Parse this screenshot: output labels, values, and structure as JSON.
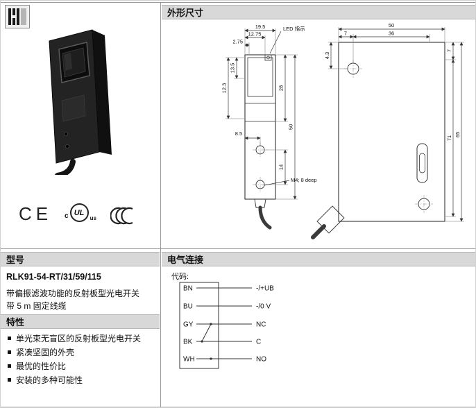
{
  "header": {
    "dimensions": "外形尺寸",
    "model": "型号",
    "features": "特性",
    "electrical": "电气连接"
  },
  "model": {
    "code": "RLK91-54-RT/31/59/115",
    "desc1": "带偏振滤波功能的反射板型光电开关",
    "desc2": "带 5 m 固定线缆"
  },
  "features": {
    "items": [
      "单光束无盲区的反射板型光电开关",
      "紧凑坚固的外壳",
      "最优的性价比",
      "安装的多种可能性"
    ]
  },
  "certs": {
    "ce": "CE",
    "ul_c": "c",
    "ul": "UL",
    "ul_us": "us"
  },
  "dims": {
    "w195": "19.5",
    "w1275": "12.75",
    "w275": "2.75",
    "led": "LED 指示",
    "h135": "13.5",
    "h123": "12.3",
    "h28": "28",
    "h50": "50",
    "w85": "8.5",
    "h14": "14",
    "m4": "M4; 8 deep",
    "sv_w50": "50",
    "sv_w7": "7",
    "sv_w36": "36",
    "sv_h43": "4.3",
    "sv_h7": "7",
    "sv_h71": "71",
    "sv_h65": "65"
  },
  "elec": {
    "code_label": "代码:",
    "wires": [
      {
        "c": "BN",
        "s": "-/+UB"
      },
      {
        "c": "BU",
        "s": "-/0 V"
      },
      {
        "c": "GY",
        "s": "NC"
      },
      {
        "c": "BK",
        "s": "C"
      },
      {
        "c": "WH",
        "s": "NO"
      }
    ]
  }
}
